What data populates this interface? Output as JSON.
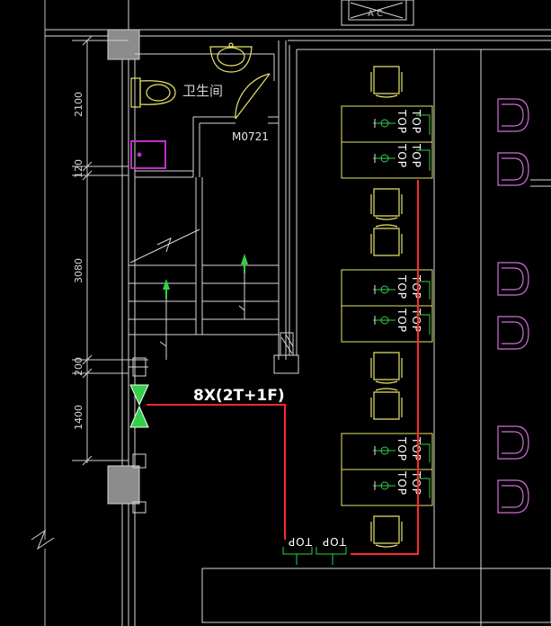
{
  "labels": {
    "restroom": "卫生间",
    "door_code": "M0721",
    "wiring_note": "8X(2T+1F)",
    "ac_tag": "A C",
    "outlet_tag": "TOP"
  },
  "dimensions": [
    "2100",
    "120",
    "3080",
    "200",
    "1400"
  ],
  "colors": {
    "background": "#000000",
    "walls": "#d8d8d8",
    "furniture": "#e8e46a",
    "wiring": "#ff2a2a",
    "outlet_markers": "#34d04a",
    "chairs_right": "#d070d8",
    "fixture": "#c030c8"
  }
}
